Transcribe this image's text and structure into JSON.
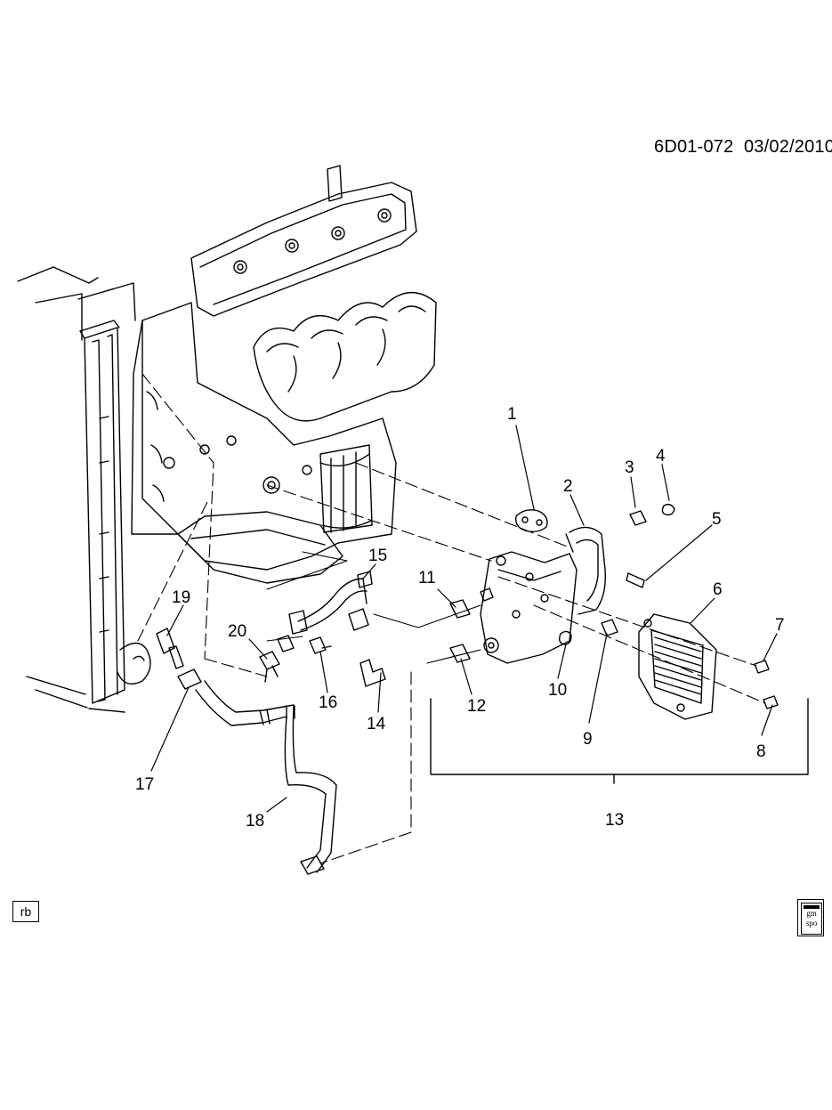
{
  "header": {
    "code": "6D01-072",
    "date": "03/02/2010"
  },
  "corner_tag": {
    "label": "rb"
  },
  "badge": {
    "line1": "gm",
    "line2": "spo"
  },
  "callouts": [
    {
      "id": "1",
      "label": "1"
    },
    {
      "id": "2",
      "label": "2"
    },
    {
      "id": "3",
      "label": "3"
    },
    {
      "id": "4",
      "label": "4"
    },
    {
      "id": "5",
      "label": "5"
    },
    {
      "id": "6",
      "label": "6"
    },
    {
      "id": "7",
      "label": "7"
    },
    {
      "id": "8",
      "label": "8"
    },
    {
      "id": "9",
      "label": "9"
    },
    {
      "id": "10",
      "label": "10"
    },
    {
      "id": "11",
      "label": "11"
    },
    {
      "id": "12",
      "label": "12"
    },
    {
      "id": "13",
      "label": "13"
    },
    {
      "id": "14",
      "label": "14"
    },
    {
      "id": "15",
      "label": "15"
    },
    {
      "id": "16",
      "label": "16"
    },
    {
      "id": "17",
      "label": "17"
    },
    {
      "id": "18",
      "label": "18"
    },
    {
      "id": "19",
      "label": "19"
    },
    {
      "id": "20",
      "label": "20"
    }
  ]
}
